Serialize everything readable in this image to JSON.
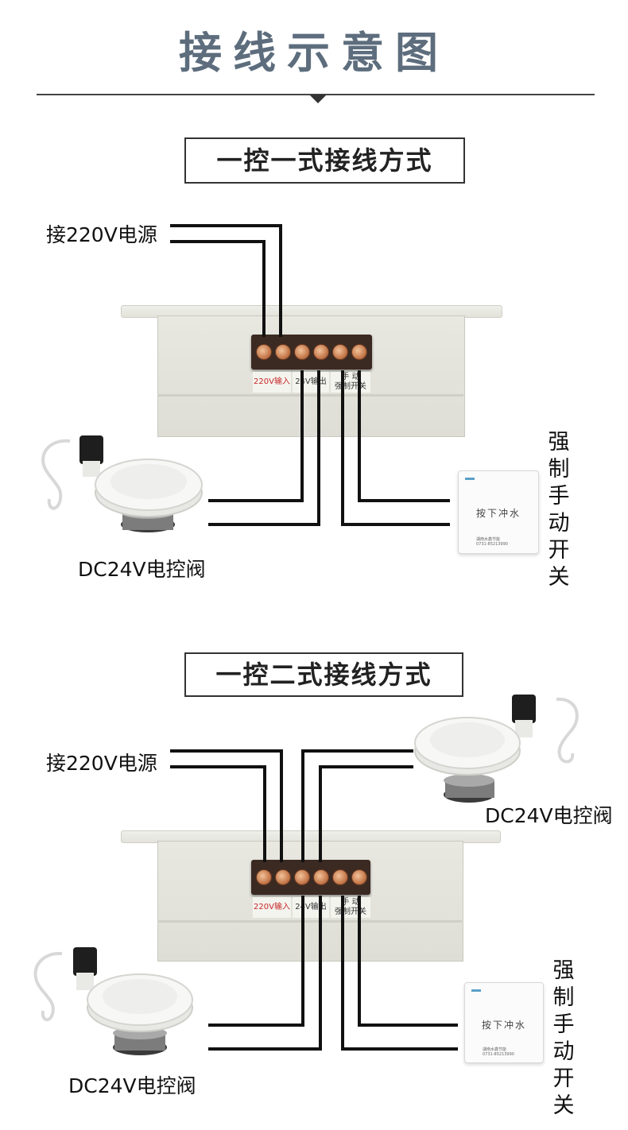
{
  "page": {
    "title": "接线示意图"
  },
  "sections": [
    {
      "title": "一控一式接线方式",
      "power_label": "接220V电源",
      "valve_label": "DC24V电控阀",
      "switch_label": "强制手动开关",
      "switch_button_text": "按下冲水",
      "switch_brand": "湖南水鑫节能",
      "switch_phone": "0731-85213990",
      "terminals": {
        "input": "220V输入",
        "output": "24V输出",
        "manual_top": "手 动",
        "manual_bottom": "强制开关"
      }
    },
    {
      "title": "一控二式接线方式",
      "power_label": "接220V电源",
      "valve_label_top": "DC24V电控阀",
      "valve_label": "DC24V电控阀",
      "switch_label": "强制手动开关",
      "switch_button_text": "按下冲水",
      "switch_brand": "湖南水鑫节能",
      "switch_phone": "0731-85213990",
      "terminals": {
        "input": "220V输入",
        "output": "24V输出",
        "manual_top": "手 动",
        "manual_bottom": "强制开关"
      }
    }
  ],
  "colors": {
    "title": "#5d6d7d",
    "wire": "#111111",
    "terminal_red": "#c62828",
    "valve_white": "#f4f4f2",
    "valve_black": "#1e1e1e"
  },
  "icons": [
    "solenoid-valve-icon",
    "push-switch-icon",
    "terminal-screw-icon",
    "pointer-triangle-icon"
  ]
}
